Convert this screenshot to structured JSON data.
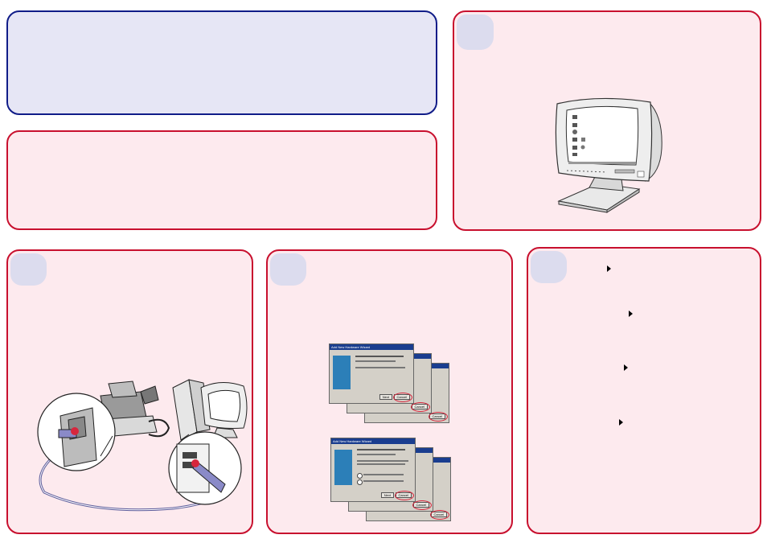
{
  "colors": {
    "panel_border_red": "#c8102e",
    "panel_fill_pink": "#fdeaee",
    "panel_border_blue": "#101c88",
    "panel_fill_lavender": "#e6e6f5",
    "badge_fill": "#dcdcee"
  },
  "icons": {
    "monitor": "computer-monitor-illustration",
    "cable": "usb-cable-connection-illustration",
    "wizard": "add-new-hardware-wizard-illustration",
    "step_arrow": "right-triangle-arrow"
  },
  "wizard": {
    "title": "Add New Hardware Wizard",
    "next_label": "Next",
    "cancel_label": "Cancel"
  }
}
